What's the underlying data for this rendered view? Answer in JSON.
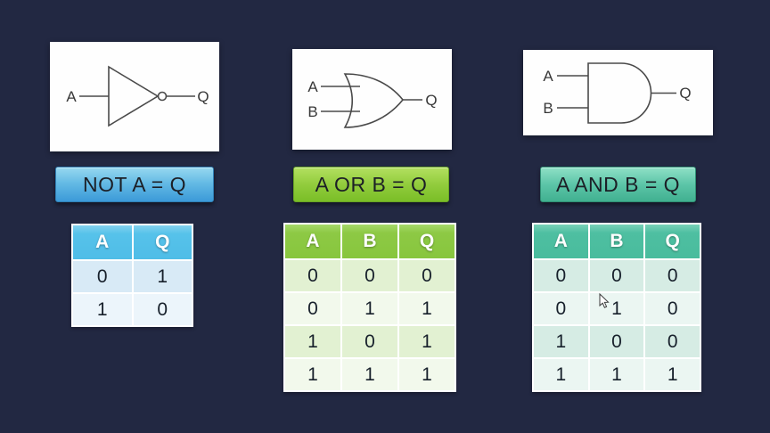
{
  "slide": {
    "background_color": "#222842"
  },
  "columns": [
    {
      "id": "not",
      "accent_color": "#55c1e9",
      "gate": {
        "type": "NOT",
        "inputs": [
          "A"
        ],
        "output": "Q"
      },
      "label": {
        "text": "NOT A = Q"
      },
      "table": {
        "headers": [
          "A",
          "Q"
        ],
        "rows": [
          [
            "0",
            "1"
          ],
          [
            "1",
            "0"
          ]
        ]
      }
    },
    {
      "id": "or",
      "accent_color": "#8bc83e",
      "gate": {
        "type": "OR",
        "inputs": [
          "A",
          "B"
        ],
        "output": "Q"
      },
      "label": {
        "text": "A OR B = Q"
      },
      "table": {
        "headers": [
          "A",
          "B",
          "Q"
        ],
        "rows": [
          [
            "0",
            "0",
            "0"
          ],
          [
            "0",
            "1",
            "1"
          ],
          [
            "1",
            "0",
            "1"
          ],
          [
            "1",
            "1",
            "1"
          ]
        ]
      }
    },
    {
      "id": "and",
      "accent_color": "#4cbda0",
      "gate": {
        "type": "AND",
        "inputs": [
          "A",
          "B"
        ],
        "output": "Q"
      },
      "label": {
        "text": "A AND B = Q"
      },
      "table": {
        "headers": [
          "A",
          "B",
          "Q"
        ],
        "rows": [
          [
            "0",
            "0",
            "0"
          ],
          [
            "0",
            "1",
            "0"
          ],
          [
            "1",
            "0",
            "0"
          ],
          [
            "1",
            "1",
            "1"
          ]
        ]
      }
    }
  ]
}
